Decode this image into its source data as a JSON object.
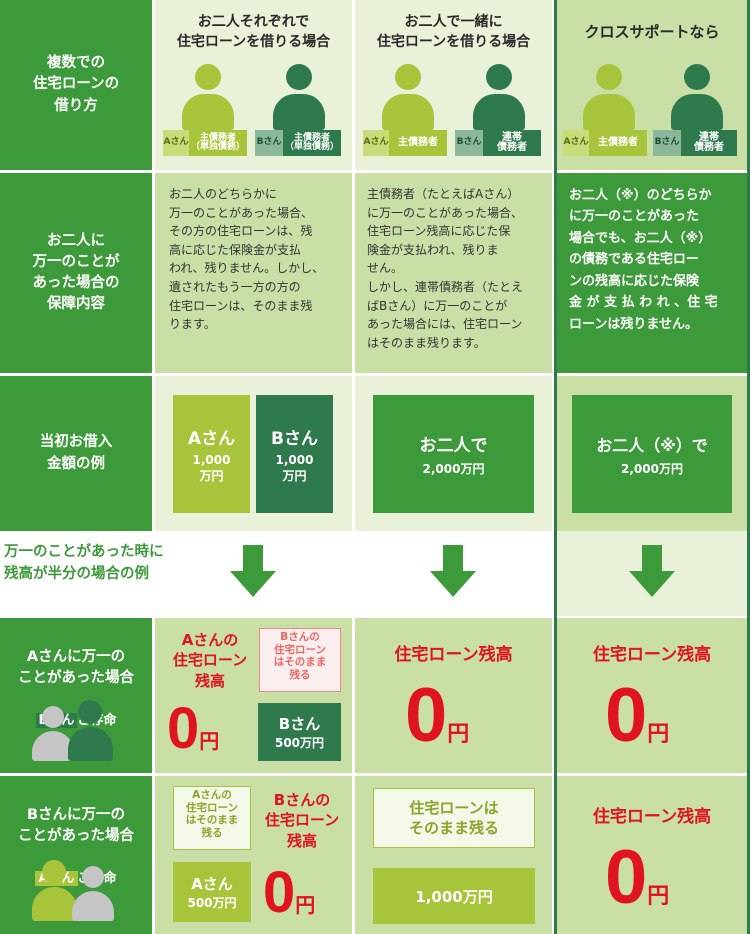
{
  "row_labels": {
    "method": "複数での\n住宅ローンの\n借り方",
    "coverage": "お二人に\n万一のことが\nあった場合の\n保障内容",
    "initial": "当初お借入\n金額の例",
    "example_title": "万一のことがあった時に\n残高が半分の場合の例",
    "case_a": "Aさんに万一の\nことがあった場合",
    "case_a_badge": "Bさん",
    "case_a_suffix": "ご存命",
    "case_b": "Bさんに万一の\nことがあった場合",
    "case_b_badge": "Aさん",
    "case_b_suffix": "ご存命"
  },
  "columns": [
    {
      "header": "お二人それぞれで\n住宅ローンを借りる場合",
      "tag_a_name": "Aさん",
      "tag_a_role": "主債務者\n（単独債務）",
      "tag_b_name": "Bさん",
      "tag_b_role": "主債務者\n（単独債務）",
      "desc": "お二人のどちらかに\n万一のことがあった場合、\nその方の住宅ローンは、残\n高に応じた保険金が支払\nわれ、残りません。しかし、\n遺されたもう一方の方の\n住宅ローンは、そのまま残\nります。",
      "amt_a_name": "Aさん",
      "amt_a_value": "1,000\n万円",
      "amt_b_name": "Bさん",
      "amt_b_value": "1,000\n万円",
      "caseA_label": "Aさんの\n住宅ローン\n残高",
      "caseA_zero": "0",
      "caseA_yen": "円",
      "caseA_note": "Bさんの\n住宅ローン\nはそのまま\n残る",
      "caseA_box_name": "Bさん",
      "caseA_box_value": "500万円",
      "caseB_note": "Aさんの\n住宅ローン\nはそのまま\n残る",
      "caseB_label": "Bさんの\n住宅ローン\n残高",
      "caseB_box_name": "Aさん",
      "caseB_box_value": "500万円",
      "caseB_zero": "0",
      "caseB_yen": "円"
    },
    {
      "header": "お二人で一緒に\n住宅ローンを借りる場合",
      "tag_a_name": "Aさん",
      "tag_a_role": "主債務者",
      "tag_b_name": "Bさん",
      "tag_b_role": "連帯\n債務者",
      "desc": "主債務者（たとえばAさん）\nに万一のことがあった場合、\n住宅ローン残高に応じた保\n険金が支払われ、残りま\nせん。\nしかし、連帯債務者（たとえ\nばBさん）に万一のことが\nあった場合には、住宅ローン\nはそのまま残ります。",
      "amt_title": "お二人で",
      "amt_value": "2,000万円",
      "caseA_label": "住宅ローン残高",
      "caseA_zero": "0",
      "caseA_yen": "円",
      "caseB_note": "住宅ローンは\nそのまま残る",
      "caseB_value": "1,000万円"
    },
    {
      "header": "クロスサポートなら",
      "tag_a_name": "Aさん",
      "tag_a_role": "主債務者",
      "tag_b_name": "Bさん",
      "tag_b_role": "連帯\n債務者",
      "desc": "お二人（※）のどちらか\nに万一のことがあった\n場合でも、お二人（※）\nの債務である住宅ロー\nンの残高に応じた保険\n金 が 支 払 わ れ 、住 宅\nローンは残りません。",
      "amt_title": "お二人（※）で",
      "amt_value": "2,000万円",
      "caseA_label": "住宅ローン残高",
      "caseA_zero": "0",
      "caseA_yen": "円",
      "caseB_label": "住宅ローン残高",
      "caseB_zero": "0",
      "caseB_yen": "円"
    }
  ],
  "colors": {
    "green": "#3d9a3a",
    "dark_green": "#2f7a4d",
    "lime": "#a8c43a",
    "pale": "#e9f1d8",
    "highlight": "#c9dfa6",
    "red": "#e0141e"
  }
}
